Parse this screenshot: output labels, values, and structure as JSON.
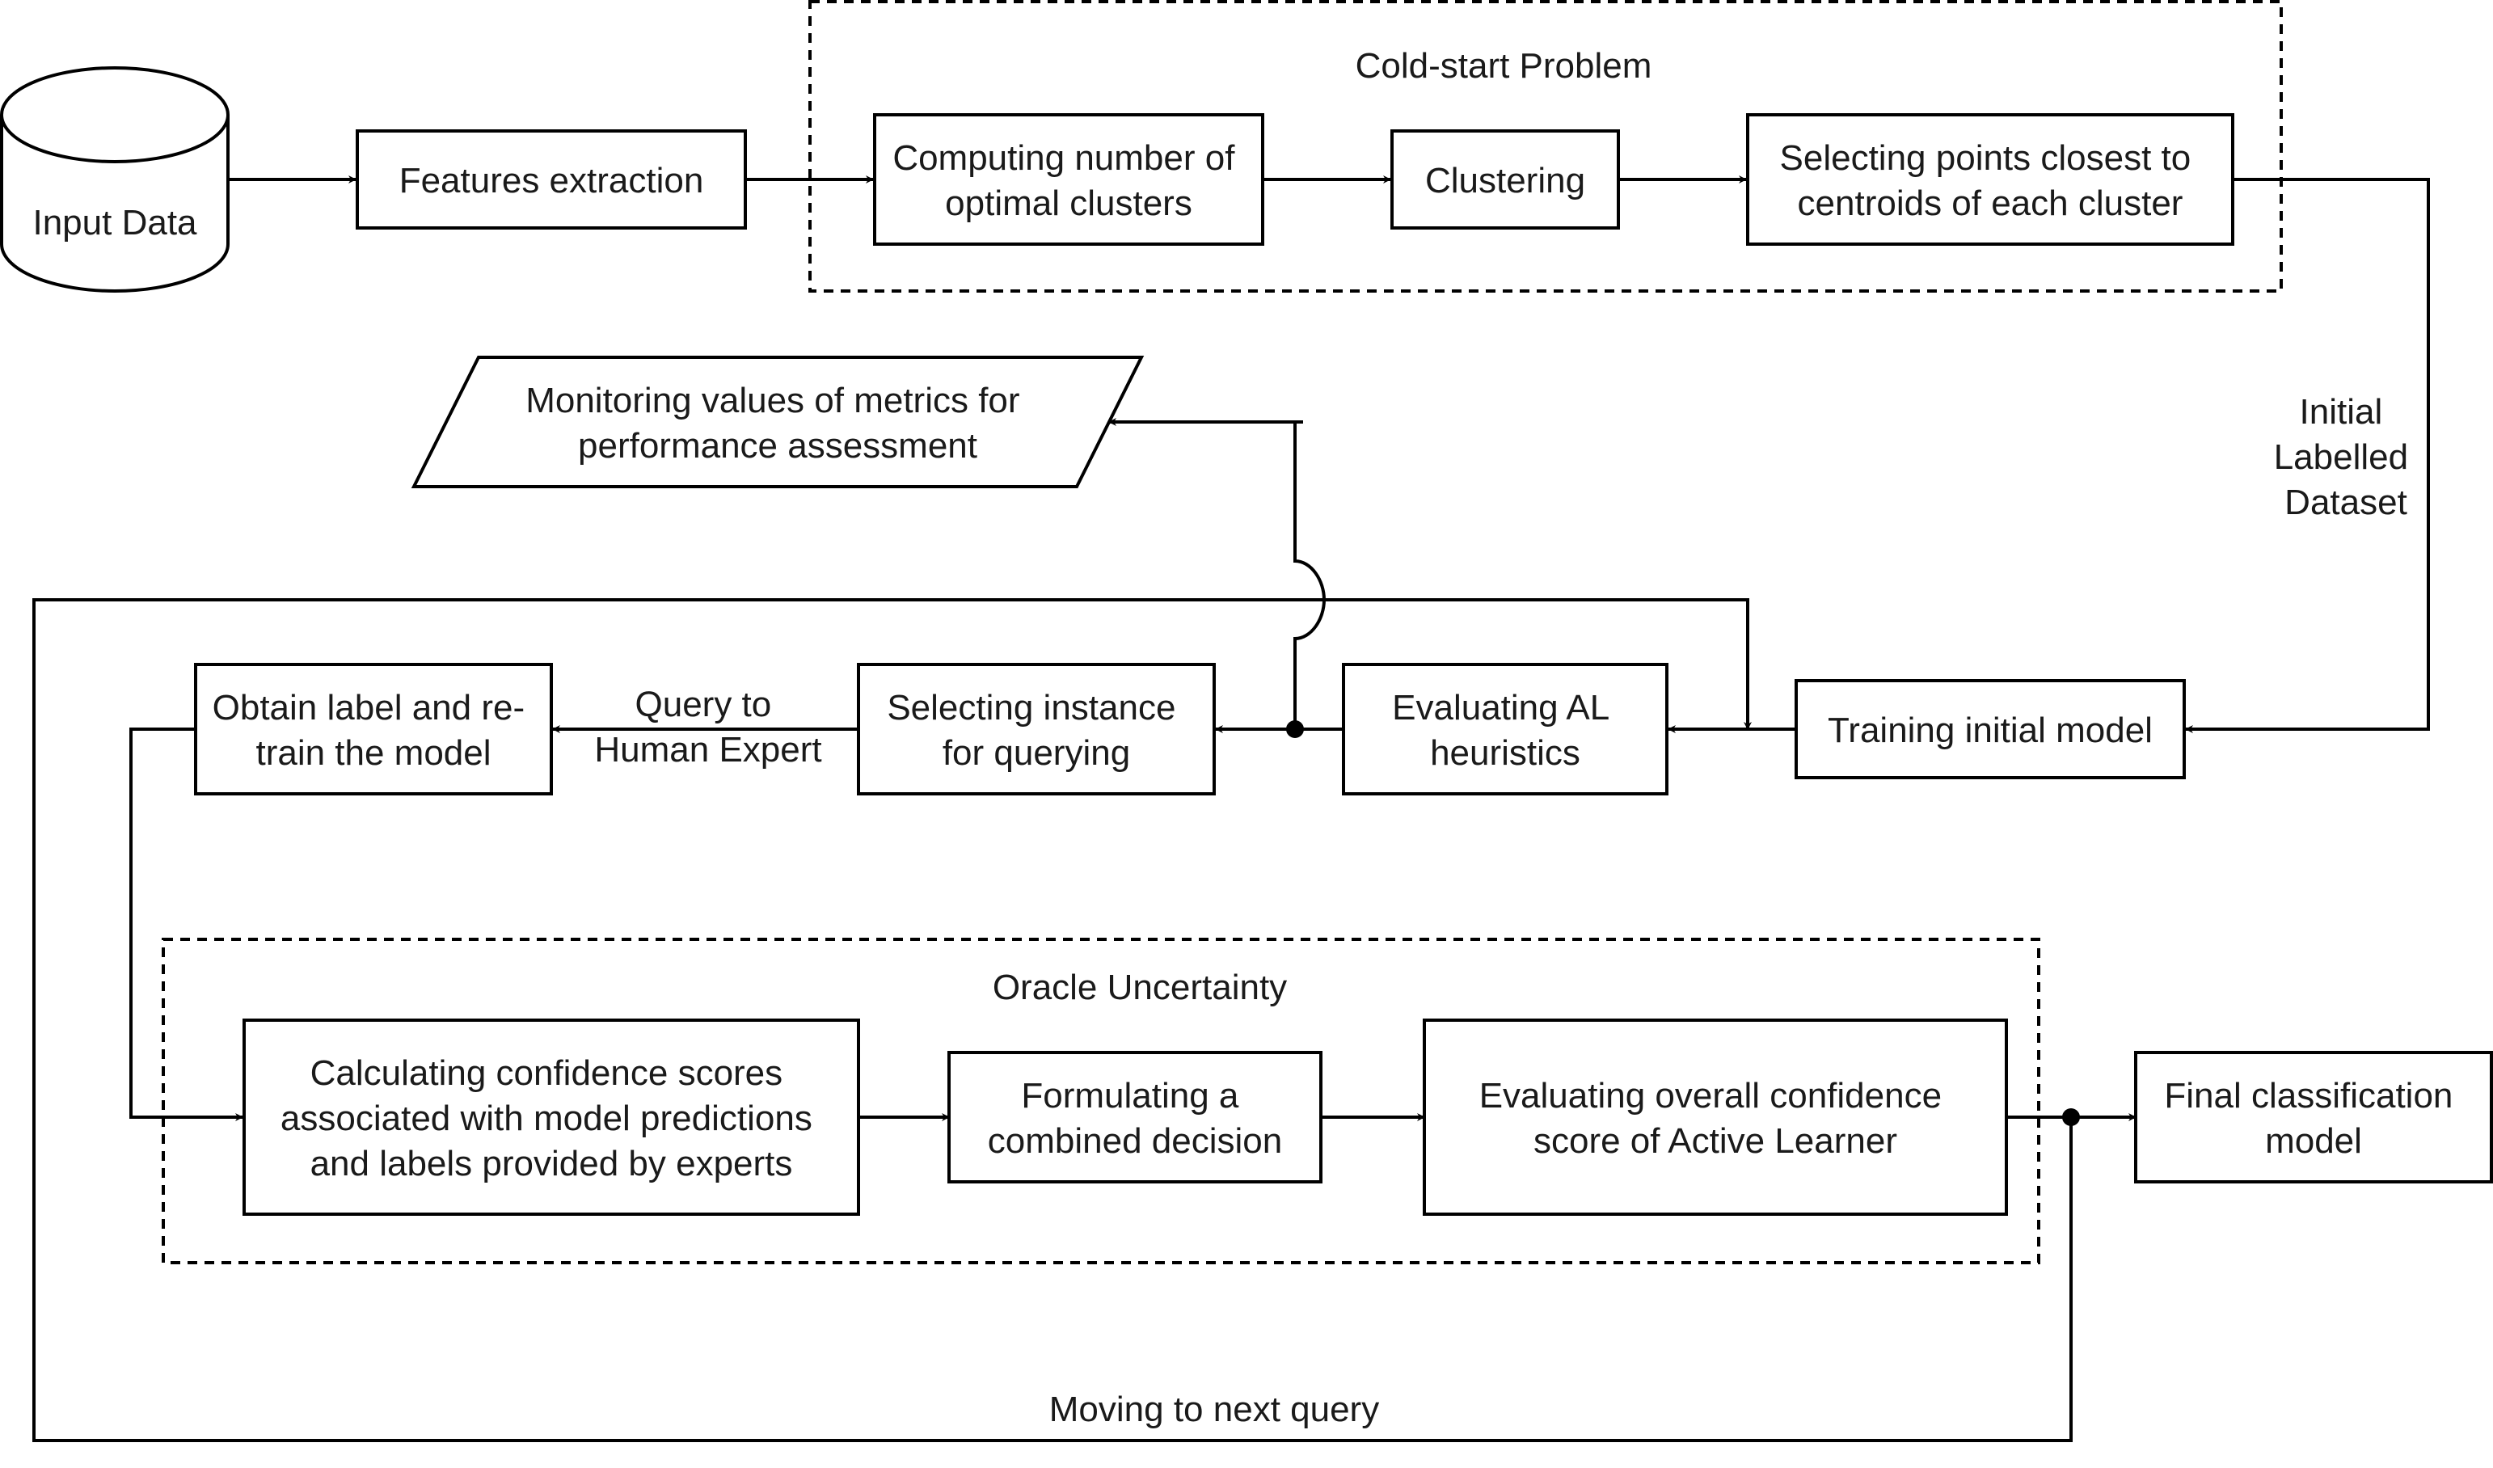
{
  "groups": {
    "cold_start": {
      "title": "Cold-start Problem"
    },
    "oracle": {
      "title": "Oracle Uncertainty"
    }
  },
  "nodes": {
    "input_data": {
      "lines": [
        "Input Data"
      ]
    },
    "features_extraction": {
      "lines": [
        "Features extraction"
      ]
    },
    "computing_clusters": {
      "lines": [
        "Computing number of",
        "optimal clusters"
      ]
    },
    "clustering": {
      "lines": [
        "Clustering"
      ]
    },
    "selecting_points": {
      "lines": [
        "Selecting points closest to",
        "centroids of each cluster"
      ]
    },
    "monitoring": {
      "lines": [
        "Monitoring values of metrics for",
        "performance assessment"
      ]
    },
    "training_initial": {
      "lines": [
        "Training initial model"
      ]
    },
    "evaluating_al": {
      "lines": [
        "Evaluating AL",
        "heuristics"
      ]
    },
    "selecting_instance": {
      "lines": [
        "Selecting instance",
        "for querying"
      ]
    },
    "obtain_label": {
      "lines": [
        "Obtain label and re-",
        "train the model"
      ]
    },
    "calculating_confidence": {
      "lines": [
        "Calculating confidence scores",
        "associated with model predictions",
        "and labels provided by experts"
      ]
    },
    "formulating_decision": {
      "lines": [
        "Formulating a",
        "combined decision"
      ]
    },
    "evaluating_overall": {
      "lines": [
        "Evaluating overall confidence",
        "score of Active Learner"
      ]
    },
    "final_model": {
      "lines": [
        "Final classification",
        "model"
      ]
    }
  },
  "edge_labels": {
    "initial_labelled": {
      "lines": [
        "Initial",
        "Labelled",
        "Dataset"
      ]
    },
    "query_human": {
      "lines": [
        "Query to",
        "Human Expert"
      ]
    },
    "next_query": {
      "lines": [
        "Moving to next query"
      ]
    }
  }
}
